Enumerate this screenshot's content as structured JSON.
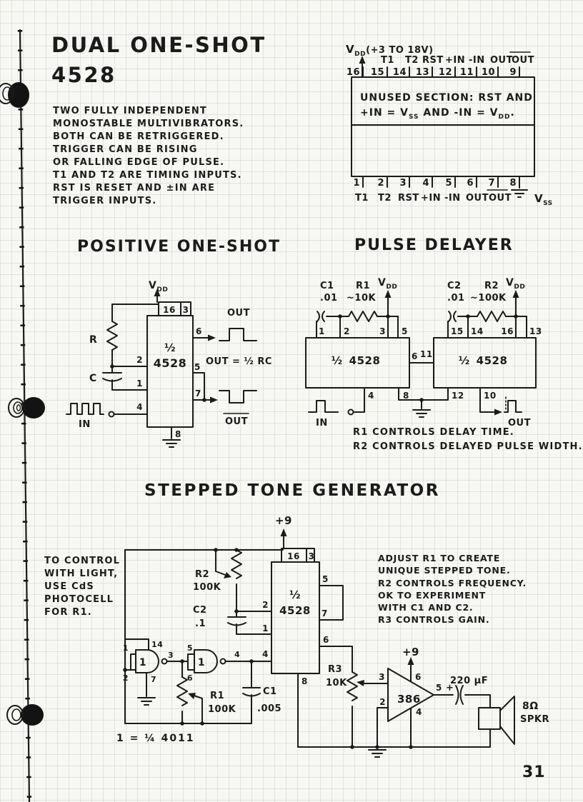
{
  "page": {
    "number": "31",
    "ink": "#1b1b1b",
    "paper": "#f7f7f3"
  },
  "header": {
    "title": "DUAL ONE-SHOT",
    "part_number": "4528",
    "description": [
      "TWO FULLY INDEPENDENT",
      "MONOSTABLE MULTIVIBRATORS.",
      "BOTH CAN BE RETRIGGERED.",
      "TRIGGER CAN BE RISING",
      "OR FALLING EDGE OF PULSE.",
      "T1 AND T2 ARE TIMING INPUTS.",
      "RST IS RESET AND ±IN ARE",
      "TRIGGER INPUTS."
    ]
  },
  "pinout": {
    "supply_prefix": "V",
    "supply_sub": "DD",
    "supply_range": "(+3 TO 18V)",
    "top_labels": [
      "T1",
      "T2",
      "RST",
      "+IN",
      "-IN",
      "OUT",
      "OUT"
    ],
    "top_numbers": [
      "16",
      "15",
      "14",
      "13",
      "12",
      "11",
      "10",
      "9"
    ],
    "note1": "UNUSED SECTION: RST AND",
    "note2_pre": "+IN = V",
    "note2_sub1": "SS",
    "note2_mid": " AND  -IN = V",
    "note2_sub2": "DD",
    "note2_end": ".",
    "bottom_numbers": [
      "1",
      "2",
      "3",
      "4",
      "5",
      "6",
      "7",
      "8"
    ],
    "bottom_labels": [
      "T1",
      "T2",
      "RST",
      "+IN",
      "-IN",
      "OUT",
      "OUT"
    ],
    "vss_prefix": "V",
    "vss_sub": "SS"
  },
  "one_shot": {
    "title": "POSITIVE ONE-SHOT",
    "vdd_prefix": "V",
    "vdd_sub": "DD",
    "ic_half": "½",
    "ic_part": "4528",
    "labels": {
      "r": "R",
      "c": "C",
      "in": "IN",
      "out": "OUT",
      "out_bar": "OUT",
      "formula": "OUT = ½ RC"
    },
    "pins": {
      "p16": "16",
      "p3": "3",
      "p2": "2",
      "p1": "1",
      "p4": "4",
      "p6": "6",
      "p5": "5",
      "p7": "7",
      "p8": "8"
    }
  },
  "delayer": {
    "title": "PULSE DELAYER",
    "c1": "C1",
    "c1_val": ".01",
    "r1": "R1",
    "r1_val": "~10K",
    "c2": "C2",
    "c2_val": ".01",
    "r2": "R2",
    "r2_val": "~100K",
    "vdd_prefix": "V",
    "vdd_sub": "DD",
    "ic1_half": "½",
    "ic1_part": "4528",
    "ic2_half": "½",
    "ic2_part": "4528",
    "in_label": "IN",
    "out_label": "OUT",
    "pins": {
      "p1": "1",
      "p2": "2",
      "p3": "3",
      "p5": "5",
      "p6": "6",
      "p11": "11",
      "p15": "15",
      "p14": "14",
      "p16": "16",
      "p13": "13",
      "p4": "4",
      "p8": "8",
      "p12": "12",
      "p10": "10"
    },
    "notes": [
      "R1 CONTROLS DELAY TIME.",
      "R2 CONTROLS DELAYED PULSE WIDTH."
    ]
  },
  "tone": {
    "title": "STEPPED TONE GENERATOR",
    "left_note": [
      "TO CONTROL",
      "WITH LIGHT,",
      "USE CdS",
      "PHOTOCELL",
      "FOR R1."
    ],
    "right_note": [
      "ADJUST R1 TO CREATE",
      "UNIQUE STEPPED TONE.",
      "R2 CONTROLS FREQUENCY.",
      "OK TO EXPERIMENT",
      "WITH C1 AND C2.",
      "R3 CONTROLS GAIN."
    ],
    "supply_ic": "+9",
    "supply_amp": "+9",
    "r2": "R2",
    "r2_val": "100K",
    "c2": "C2",
    "c2_val": ".1",
    "r1": "R1",
    "r1_val": "100K",
    "c1": "C1",
    "c1_val": ".005",
    "r3": "R3",
    "r3_val": "10K",
    "ic_half": "½",
    "ic_part": "4528",
    "amp": "386",
    "cap_val": "220 μF",
    "cap_plus": "+",
    "spkr_ohm": "8Ω",
    "spkr": "SPKR",
    "gate1": "1",
    "gate2": "1",
    "gate_note": "1 = ¼ 4011",
    "pins": {
      "p16": "16",
      "p3": "3",
      "p5": "5",
      "p7": "7",
      "p2": "2",
      "p1": "1",
      "p4_gate": "4",
      "p4_ic": "4",
      "p6": "6",
      "p8": "8",
      "g_p1": "1",
      "g_p2": "2",
      "g_p14": "14",
      "g_p7": "7",
      "g_p3": "3",
      "g_p5": "5",
      "g_p6": "6",
      "a_p3": "3",
      "a_p2": "2",
      "a_p6": "6",
      "a_p4": "4",
      "a_p5": "5"
    }
  }
}
